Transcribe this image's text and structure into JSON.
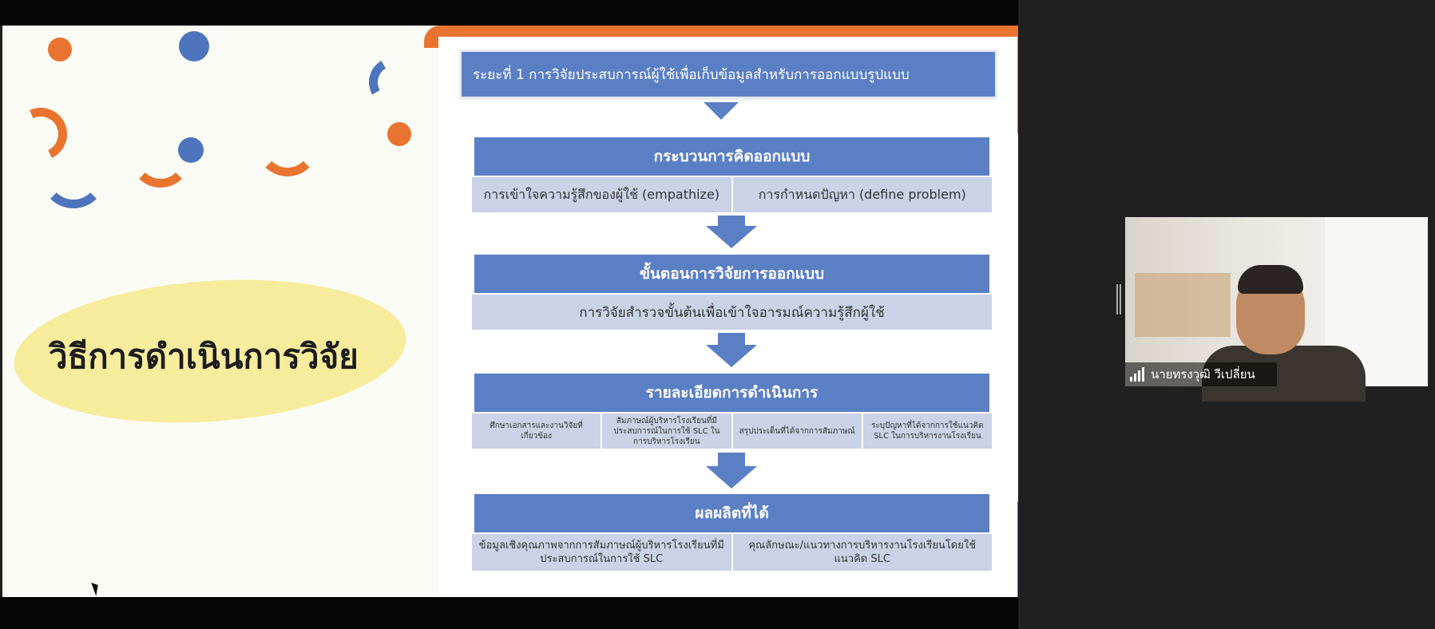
{
  "slide": {
    "title": "วิธีการดำเนินการวิจัย",
    "phase_label": "ระยะที่ 1 การวิจัยประสบการณ์ผู้ใช้เพื่อเก็บข้อมูลสำหรับการออกแบบรูปแบบ",
    "sections": [
      {
        "heading": "กระบวนการคิดออกแบบ",
        "cells": [
          "การเข้าใจความรู้สึกของผู้ใช้ (empathize)",
          "การกำหนดปัญหา (define problem)"
        ]
      },
      {
        "heading": "ขั้นตอนการวิจัยการออกแบบ",
        "cells": [
          "การวิจัยสำรวจขั้นต้นเพื่อเข้าใจอารมณ์ความรู้สึกผู้ใช้"
        ]
      },
      {
        "heading": "รายละเอียดการดำเนินการ",
        "cells": [
          "ศึกษาเอกสารและงานวิจัยที่เกี่ยวข้อง",
          "สัมภาษณ์ผู้บริหารโรงเรียนที่มีประสบการณ์ในการใช้ SLC ในการบริหารโรงเรียน",
          "สรุปประเด็นที่ได้จากการสัมภาษณ์",
          "ระบุปัญหาที่ได้จากการใช้แนวคิด SLC ในการบริหารงานโรงเรียน"
        ]
      },
      {
        "heading": "ผลผลิตที่ได้",
        "cells": [
          "ข้อมูลเชิงคุณภาพจากการสัมภาษณ์ผู้บริหารโรงเรียนที่มีประสบการณ์ในการใช้ SLC",
          "คุณลักษณะ/แนวทางการบริหารงานโรงเรียนโดยใช้แนวคิด SLC"
        ]
      }
    ]
  },
  "participant": {
    "name": "นายทรงวุฒิ วีเปลี่ยน",
    "icon": "signal-bars-icon"
  },
  "colors": {
    "orange": "#e8742f",
    "blue": "#4e74bd",
    "box_blue": "#5a7fc4",
    "yellow_blob": "#f6ec9c",
    "cell_bg": "#c9d2e6"
  }
}
